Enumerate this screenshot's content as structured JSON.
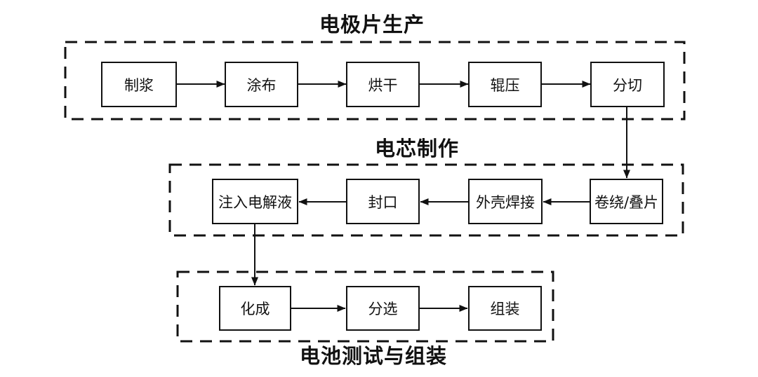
{
  "diagram": {
    "background_color": "#ffffff",
    "line_color": "#111111",
    "stages": [
      {
        "title": "电极片生产",
        "flow": "left-to-right",
        "steps": [
          "制浆",
          "涂布",
          "烘干",
          "辊压",
          "分切"
        ]
      },
      {
        "title": "电芯制作",
        "flow": "right-to-left",
        "steps": [
          "卷绕/叠片",
          "外壳焊接",
          "封口",
          "注入电解液"
        ]
      },
      {
        "title": "电池测试与组装",
        "flow": "left-to-right",
        "steps": [
          "化成",
          "分选",
          "组装"
        ]
      }
    ],
    "connections": [
      {
        "from": "制浆",
        "to": "涂布"
      },
      {
        "from": "涂布",
        "to": "烘干"
      },
      {
        "from": "烘干",
        "to": "辊压"
      },
      {
        "from": "辊压",
        "to": "分切"
      },
      {
        "from": "分切",
        "to": "卷绕/叠片"
      },
      {
        "from": "卷绕/叠片",
        "to": "外壳焊接"
      },
      {
        "from": "外壳焊接",
        "to": "封口"
      },
      {
        "from": "封口",
        "to": "注入电解液"
      },
      {
        "from": "注入电解液",
        "to": "化成"
      },
      {
        "from": "化成",
        "to": "分选"
      },
      {
        "from": "分选",
        "to": "组装"
      }
    ]
  }
}
